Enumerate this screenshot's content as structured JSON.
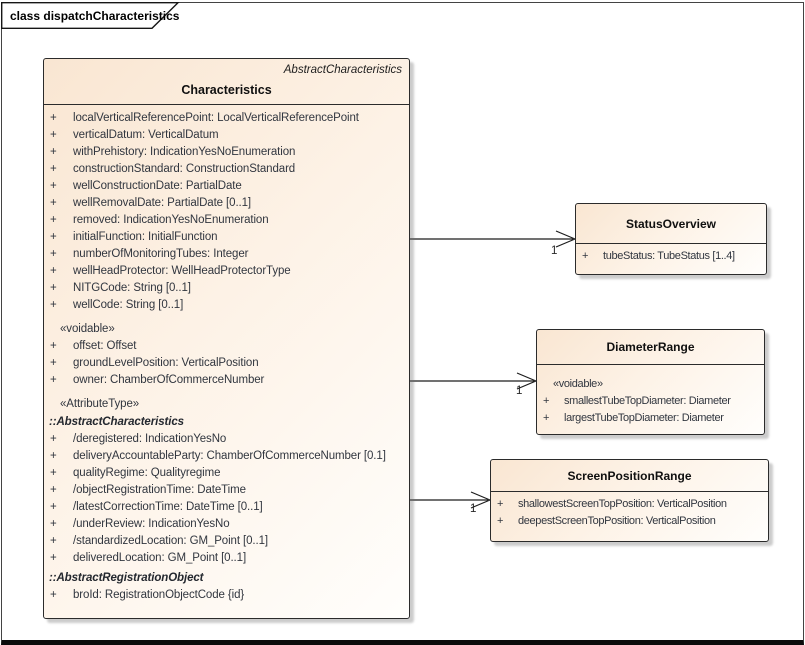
{
  "frame": {
    "label": "class dispatchCharacteristics"
  },
  "colors": {
    "box_fill_top": "#f9e6d2",
    "box_fill_bottom": "#fffefc",
    "box_border": "#2b2b2b",
    "text": "#31363f",
    "frame_border": "#434343"
  },
  "classes": {
    "characteristics": {
      "stereotype": "AbstractCharacteristics",
      "name": "Characteristics",
      "rows": [
        {
          "kind": "attr",
          "text": "localVerticalReferencePoint: LocalVerticalReferencePoint"
        },
        {
          "kind": "attr",
          "text": "verticalDatum: VerticalDatum"
        },
        {
          "kind": "attr",
          "text": "withPrehistory: IndicationYesNoEnumeration"
        },
        {
          "kind": "attr",
          "text": "constructionStandard: ConstructionStandard"
        },
        {
          "kind": "attr",
          "text": "wellConstructionDate: PartialDate"
        },
        {
          "kind": "attr",
          "text": "wellRemovalDate: PartialDate [0..1]"
        },
        {
          "kind": "attr",
          "text": "removed: IndicationYesNoEnumeration"
        },
        {
          "kind": "attr",
          "text": "initialFunction: InitialFunction"
        },
        {
          "kind": "attr",
          "text": "numberOfMonitoringTubes: Integer"
        },
        {
          "kind": "attr",
          "text": "wellHeadProtector: WellHeadProtectorType"
        },
        {
          "kind": "attr",
          "text": "NITGCode: String [0..1]"
        },
        {
          "kind": "attr",
          "text": "wellCode: String [0..1]"
        },
        {
          "kind": "stereotype",
          "text": "«voidable»"
        },
        {
          "kind": "attr",
          "text": "offset: Offset"
        },
        {
          "kind": "attr",
          "text": "groundLevelPosition: VerticalPosition"
        },
        {
          "kind": "attr",
          "text": "owner: ChamberOfCommerceNumber"
        },
        {
          "kind": "stereotype",
          "text": "«AttributeType»"
        },
        {
          "kind": "section",
          "text": "::AbstractCharacteristics"
        },
        {
          "kind": "attr",
          "text": "/deregistered: IndicationYesNo"
        },
        {
          "kind": "attr",
          "text": "deliveryAccountableParty: ChamberOfCommerceNumber [0.1]"
        },
        {
          "kind": "attr",
          "text": "qualityRegime: Qualityregime"
        },
        {
          "kind": "attr",
          "text": "/objectRegistrationTime: DateTime"
        },
        {
          "kind": "attr",
          "text": "/latestCorrectionTime: DateTime [0..1]"
        },
        {
          "kind": "attr",
          "text": "/underReview: IndicationYesNo"
        },
        {
          "kind": "attr",
          "text": "/standardizedLocation: GM_Point [0..1]"
        },
        {
          "kind": "attr",
          "text": "deliveredLocation: GM_Point [0..1]"
        },
        {
          "kind": "section",
          "text": "::AbstractRegistrationObject"
        },
        {
          "kind": "attr",
          "text": "broId: RegistrationObjectCode {id}"
        }
      ]
    },
    "status_overview": {
      "name": "StatusOverview",
      "rows": [
        {
          "kind": "attr",
          "text": "tubeStatus: TubeStatus [1..4]"
        }
      ]
    },
    "diameter_range": {
      "name": "DiameterRange",
      "rows": [
        {
          "kind": "stereotype",
          "text": "«voidable»"
        },
        {
          "kind": "attr",
          "text": "smallestTubeTopDiameter: Diameter"
        },
        {
          "kind": "attr",
          "text": "largestTubeTopDiameter: Diameter"
        }
      ]
    },
    "screen_position_range": {
      "name": "ScreenPositionRange",
      "rows": [
        {
          "kind": "attr",
          "text": "shallowestScreenTopPosition: VerticalPosition"
        },
        {
          "kind": "attr",
          "text": "deepestScreenTopPosition: VerticalPosition"
        }
      ]
    }
  },
  "connectors": [
    {
      "source": "Characteristics",
      "target": "StatusOverview",
      "multiplicity": "1"
    },
    {
      "source": "Characteristics",
      "target": "DiameterRange",
      "multiplicity": "1"
    },
    {
      "source": "Characteristics",
      "target": "ScreenPositionRange",
      "multiplicity": "1"
    }
  ]
}
